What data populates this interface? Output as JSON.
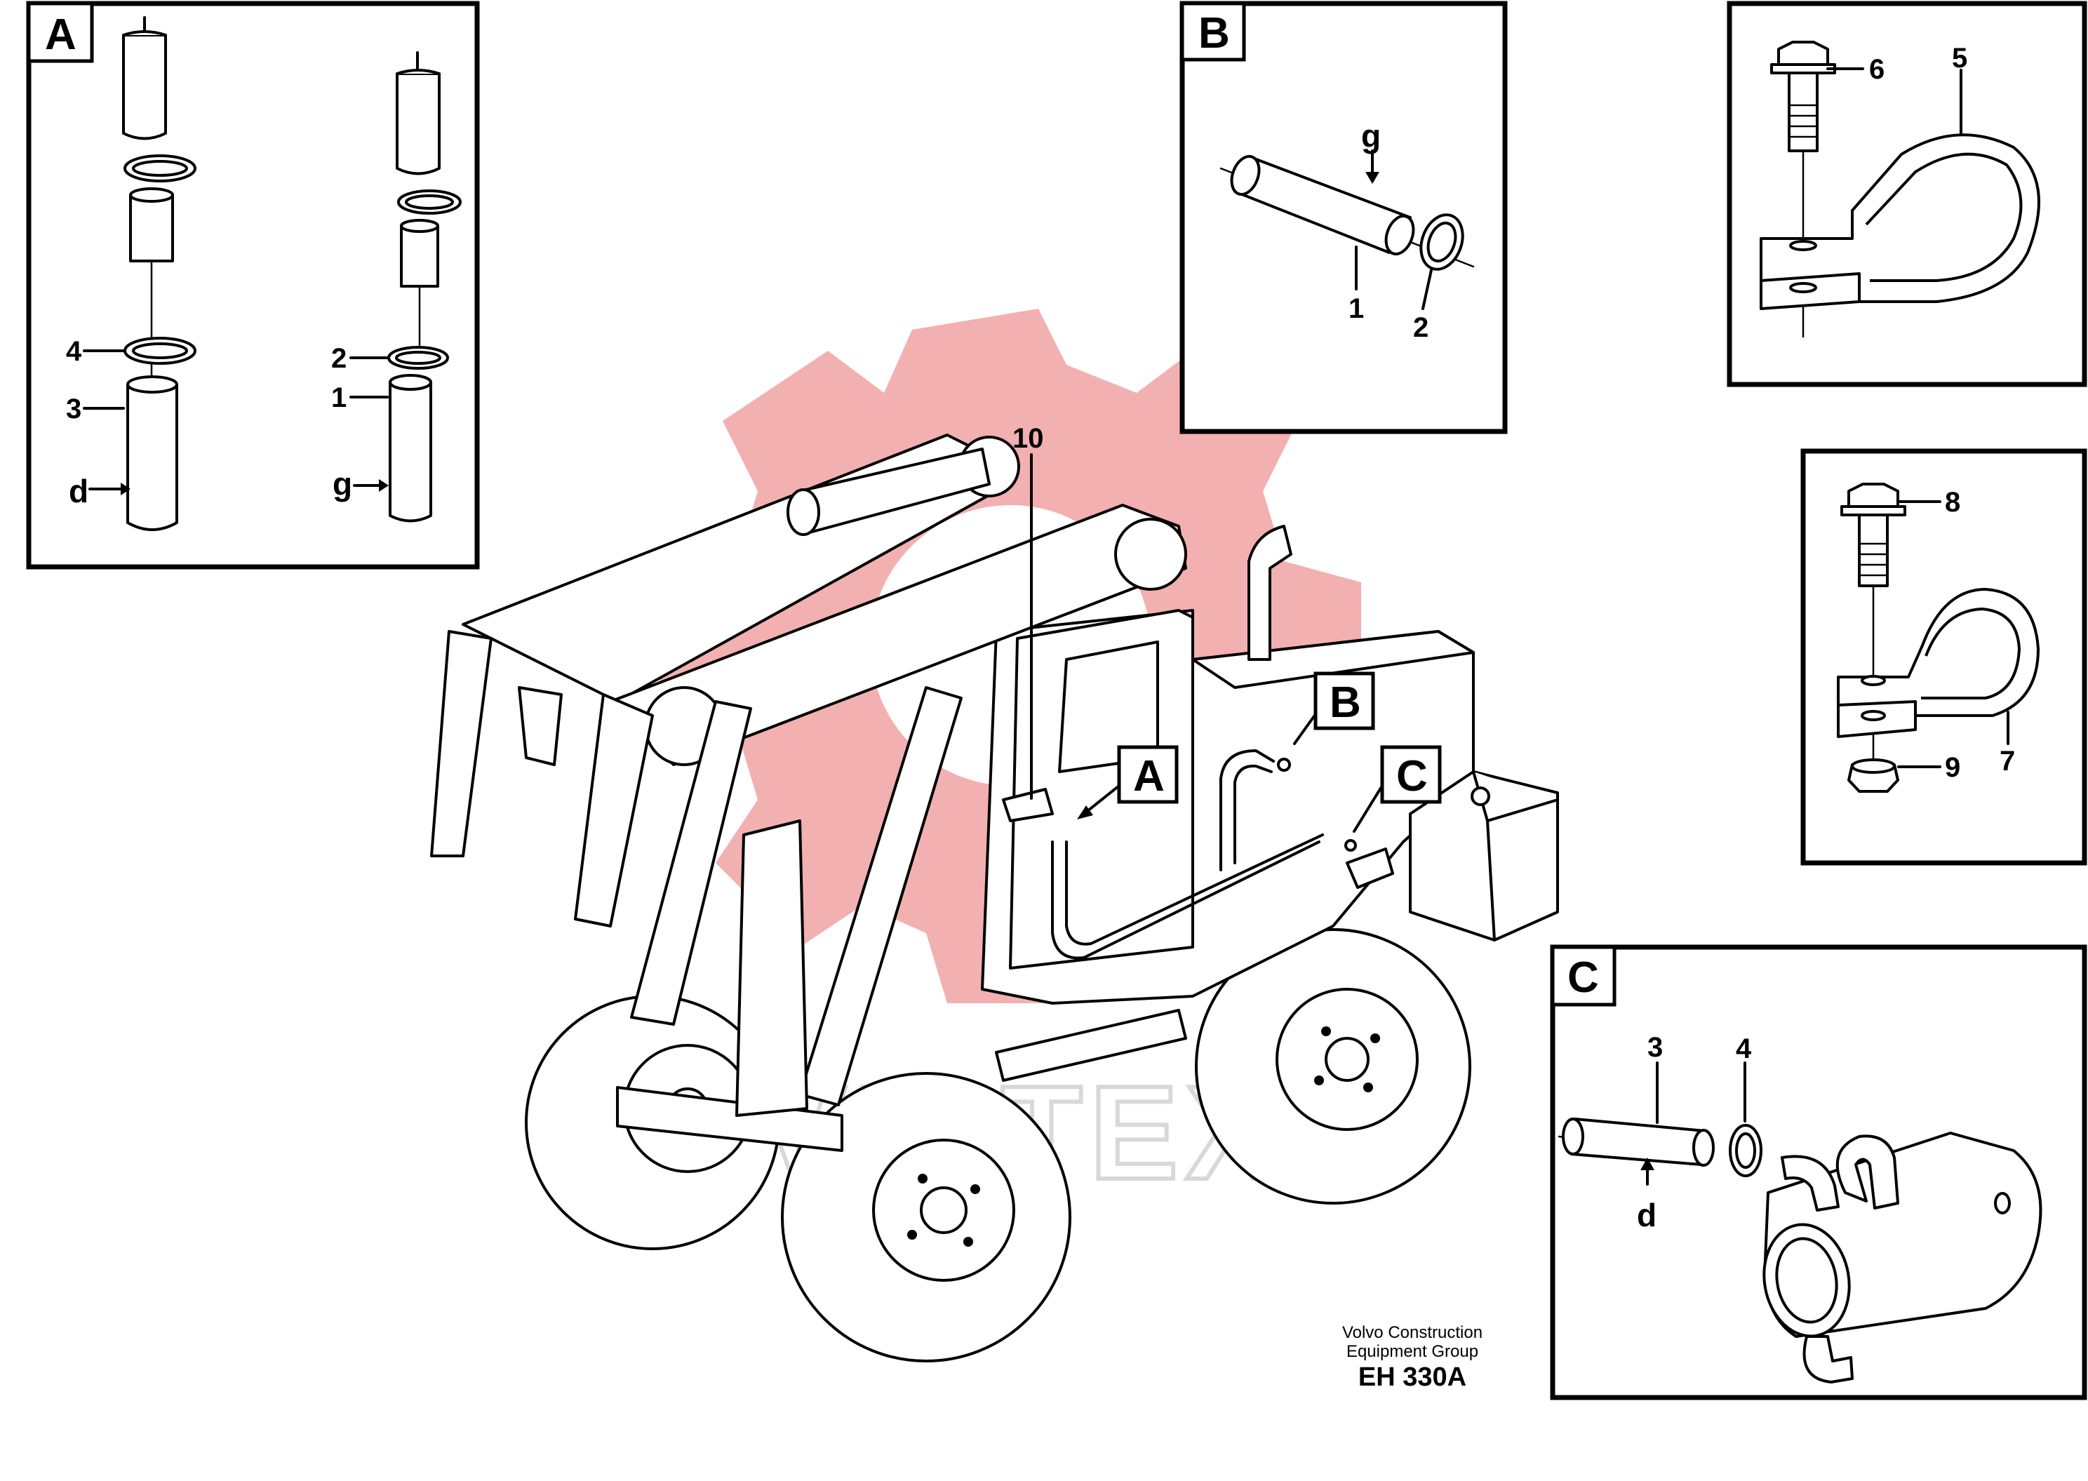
{
  "panels": {
    "A": {
      "tag": "A",
      "labels": {
        "n4": "4",
        "n3": "3",
        "d": "d",
        "n2": "2",
        "n1": "1",
        "g": "g"
      }
    },
    "B": {
      "tag": "B",
      "labels": {
        "g": "g",
        "n1": "1",
        "n2": "2"
      }
    },
    "clamp_large": {
      "labels": {
        "n6": "6",
        "n5": "5"
      }
    },
    "clamp_small": {
      "labels": {
        "n8": "8",
        "n9": "9",
        "n7": "7"
      }
    },
    "C": {
      "tag": "C",
      "labels": {
        "n3": "3",
        "n4": "4",
        "d": "d"
      }
    }
  },
  "main": {
    "part_label": "10",
    "callouts": {
      "A": "A",
      "B": "B",
      "C": "C"
    }
  },
  "watermark": {
    "text": "VIHTEX",
    "color": "#f3b0b0"
  },
  "footer": {
    "company_line1": "Volvo Construction",
    "company_line2": "Equipment Group",
    "drawing_code": "EH 330A"
  }
}
